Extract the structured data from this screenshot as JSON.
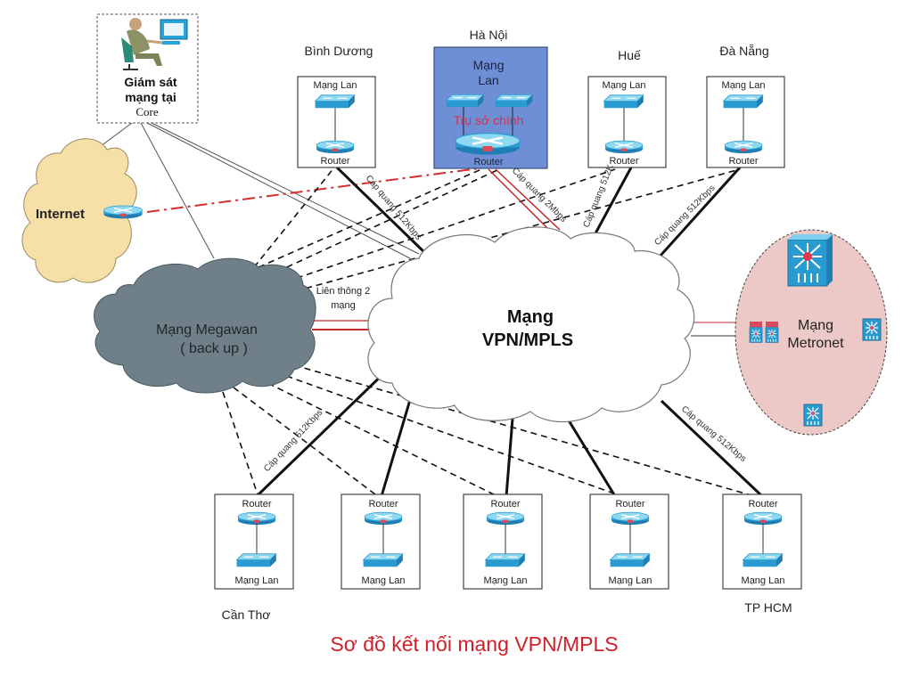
{
  "title": "Sơ đồ kết nối mạng VPN/MPLS",
  "colors": {
    "title": "#d0202a",
    "hq_fill": "#6e8fd6",
    "internet_cloud": "#f7dfa8",
    "megawan_cloud": "#6f8088",
    "metronet_fill": "#ecc8c6",
    "device_blue": "#2a9bd1",
    "red_link": "#d32f2f"
  },
  "monitor": {
    "line1": "Giám sát",
    "line2": "mạng tại",
    "line3": "Core"
  },
  "internet": {
    "label": "Internet"
  },
  "megawan": {
    "line1": "Mạng Megawan",
    "line2": "( back up )"
  },
  "interconnect": {
    "line1": "Liên thông 2",
    "line2": "mạng"
  },
  "vpn": {
    "line1": "Mạng",
    "line2": "VPN/MPLS"
  },
  "metronet": {
    "line1": "Mạng",
    "line2": "Metronet"
  },
  "hq": {
    "city": "Hà Nội",
    "lan_line1": "Mạng",
    "lan_line2": "Lan",
    "caption": "Trụ sở chính",
    "router": "Router"
  },
  "top_sites": [
    {
      "city": "Bình Dương",
      "lan": "Mạng Lan",
      "router": "Router"
    },
    {
      "city": "Huế",
      "lan": "Mạng Lan",
      "router": "Router"
    },
    {
      "city": "Đà Nẵng",
      "lan": "Mạng Lan",
      "router": "Router"
    }
  ],
  "bottom_sites": [
    {
      "city": "Cần Thơ",
      "lan": "Mạng Lan",
      "router": "Router"
    },
    {
      "city": "",
      "lan": "Mạng Lan",
      "router": "Router"
    },
    {
      "city": "",
      "lan": "Mạng Lan",
      "router": "Router"
    },
    {
      "city": "",
      "lan": "Mạng Lan",
      "router": "Router"
    },
    {
      "city": "TP HCM",
      "lan": "Mạng Lan",
      "router": "Router"
    }
  ],
  "cables": {
    "binhduong": "Cáp quang 512Kbps",
    "hanoi": "Cáp quang 2Mbps",
    "hue": "Cáp quang 512K",
    "danang": "Cáp quang 512Kbps",
    "cantho": "Cáp quang 512Kbps",
    "hcm": "Cáp quang 512Kbps"
  }
}
